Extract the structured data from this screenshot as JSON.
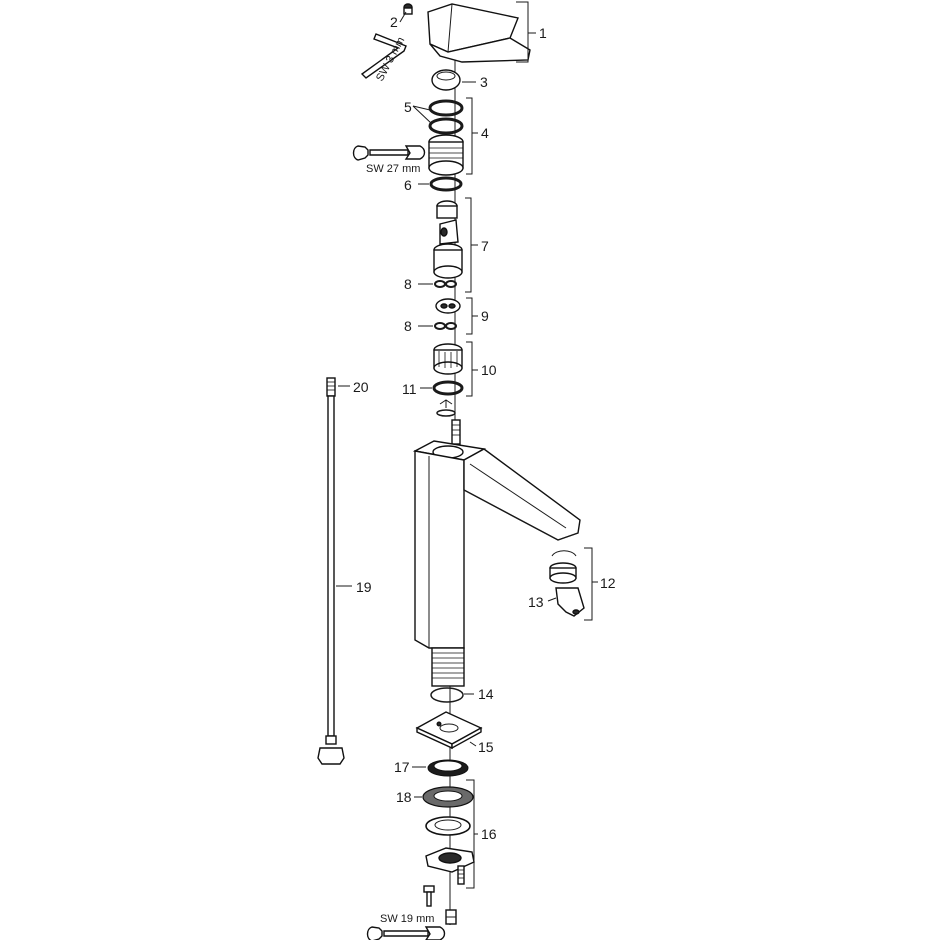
{
  "labels": {
    "p1": "1",
    "p2": "2",
    "p3": "3",
    "p4": "4",
    "p5": "5",
    "p6": "6",
    "p7": "7",
    "p8a": "8",
    "p8b": "8",
    "p9": "9",
    "p10": "10",
    "p11": "11",
    "p12": "12",
    "p13": "13",
    "p14": "14",
    "p15": "15",
    "p16": "16",
    "p17": "17",
    "p18": "18",
    "p19": "19",
    "p20": "20"
  },
  "tools": {
    "hex_key": "SW 3 mm",
    "wrench_27": "SW 27 mm",
    "wrench_19": "SW 19 mm"
  }
}
